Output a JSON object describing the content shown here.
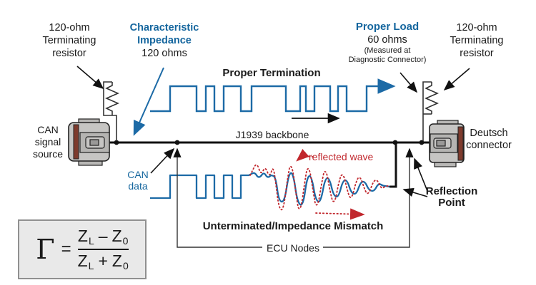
{
  "colors": {
    "blue": "#15669e",
    "wave_blue": "#1c6aa6",
    "red": "#c1272d",
    "black": "#1a1a1a",
    "formula_bg": "#e9e9e9",
    "connector_gray": "#c6c5c3",
    "connector_maroon": "#7e3b2d"
  },
  "labels": {
    "left_terminator": {
      "line1": "120-ohm",
      "line2": "Terminating",
      "line3": "resistor"
    },
    "characteristic_impedance": {
      "line1": "Characteristic",
      "line2": "Impedance",
      "value": "120 ohms"
    },
    "proper_termination": "Proper Termination",
    "proper_load": {
      "title": "Proper Load",
      "value": "60 ohms",
      "note1": "(Measured at",
      "note2": "Diagnostic Connector)"
    },
    "right_terminator": {
      "line1": "120-ohm",
      "line2": "Terminating",
      "line3": "resistor"
    },
    "can_signal_source": {
      "line1": "CAN",
      "line2": "signal",
      "line3": "source"
    },
    "deutsch_connector": {
      "line1": "Deutsch",
      "line2": "connector"
    },
    "backbone": "J1939 backbone",
    "can_data": {
      "line1": "CAN",
      "line2": "data"
    },
    "reflected_wave": "reflected wave",
    "reflection_point": {
      "line1": "Reflection",
      "line2": "Point"
    },
    "mismatch": "Unterminated/Impedance Mismatch",
    "ecu_nodes": "ECU Nodes"
  },
  "formula": {
    "gamma": "Γ",
    "equals": "=",
    "z": "Z",
    "sub_load": "L",
    "sub_zero": "0",
    "minus": "–",
    "plus": "+"
  }
}
